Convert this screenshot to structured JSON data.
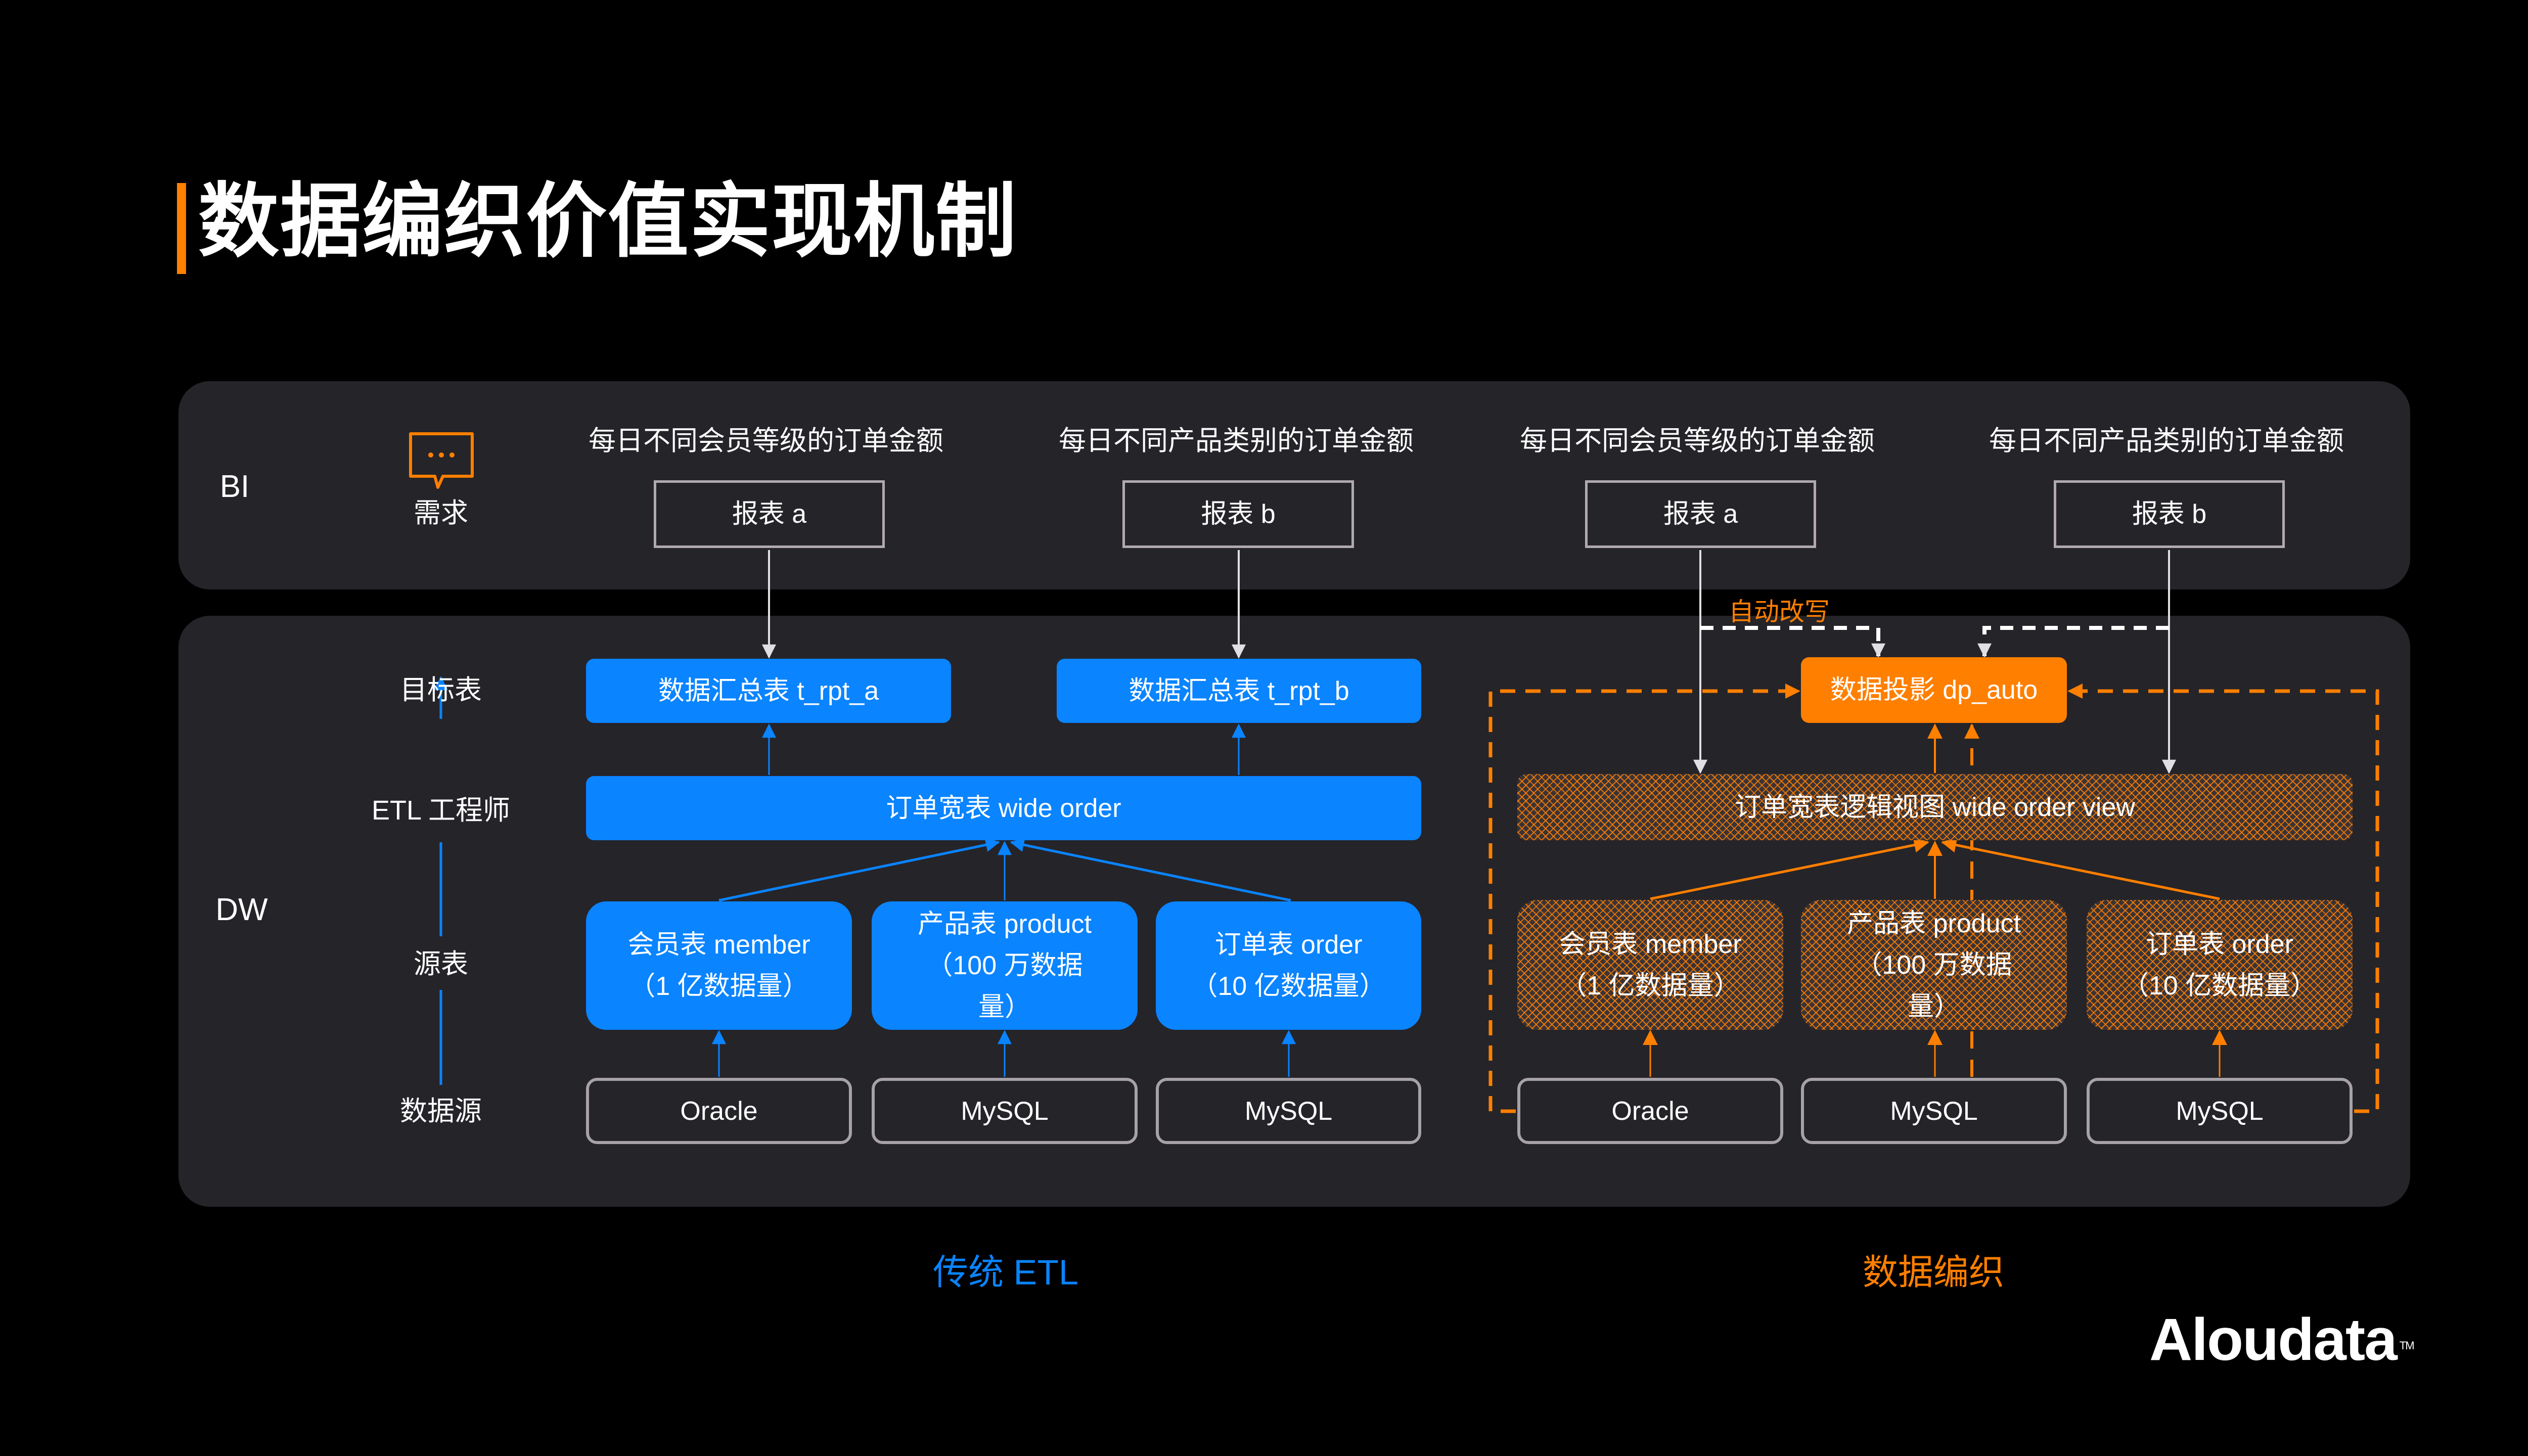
{
  "title": "数据编织价值实现机制",
  "colors": {
    "accent": "#FF7F00",
    "blue": "#0A84FF",
    "panel": "#252429",
    "line": "#E0DFE3",
    "border": "#A6A2A8"
  },
  "bi": {
    "label": "BI",
    "demand_icon": "chat-bubble-icon",
    "demand_label": "需求",
    "reports": [
      {
        "question": "每日不同会员等级的订单金额",
        "name": "报表 a"
      },
      {
        "question": "每日不同产品类别的订单金额",
        "name": "报表 b"
      },
      {
        "question": "每日不同会员等级的订单金额",
        "name": "报表 a"
      },
      {
        "question": "每日不同产品类别的订单金额",
        "name": "报表 b"
      }
    ]
  },
  "dw": {
    "label": "DW",
    "layers": [
      "目标表",
      "ETL 工程师",
      "源表",
      "数据源"
    ]
  },
  "etl": {
    "targets": [
      "数据汇总表 t_rpt_a",
      "数据汇总表 t_rpt_b"
    ],
    "wide": "订单宽表 wide order",
    "sources": [
      {
        "name": "会员表 member",
        "volume": "（1 亿数据量）"
      },
      {
        "name": "产品表  product",
        "volume": "（100 万数据量）"
      },
      {
        "name": "订单表  order",
        "volume": "（10 亿数据量）"
      }
    ],
    "databases": [
      "Oracle",
      "MySQL",
      "MySQL"
    ],
    "caption": "传统 ETL"
  },
  "fabric": {
    "rewrite_label": "自动改写",
    "projection": "数据投影 dp_auto",
    "wide_view": "订单宽表逻辑视图 wide order view",
    "sources": [
      {
        "name": "会员表 member",
        "volume": "（1 亿数据量）"
      },
      {
        "name": "产品表  product",
        "volume": "（100 万数据量）"
      },
      {
        "name": "订单表  order",
        "volume": "（10 亿数据量）"
      }
    ],
    "databases": [
      "Oracle",
      "MySQL",
      "MySQL"
    ],
    "caption": "数据编织"
  },
  "brand": {
    "logo": "Aloudata",
    "tm": "TM"
  }
}
